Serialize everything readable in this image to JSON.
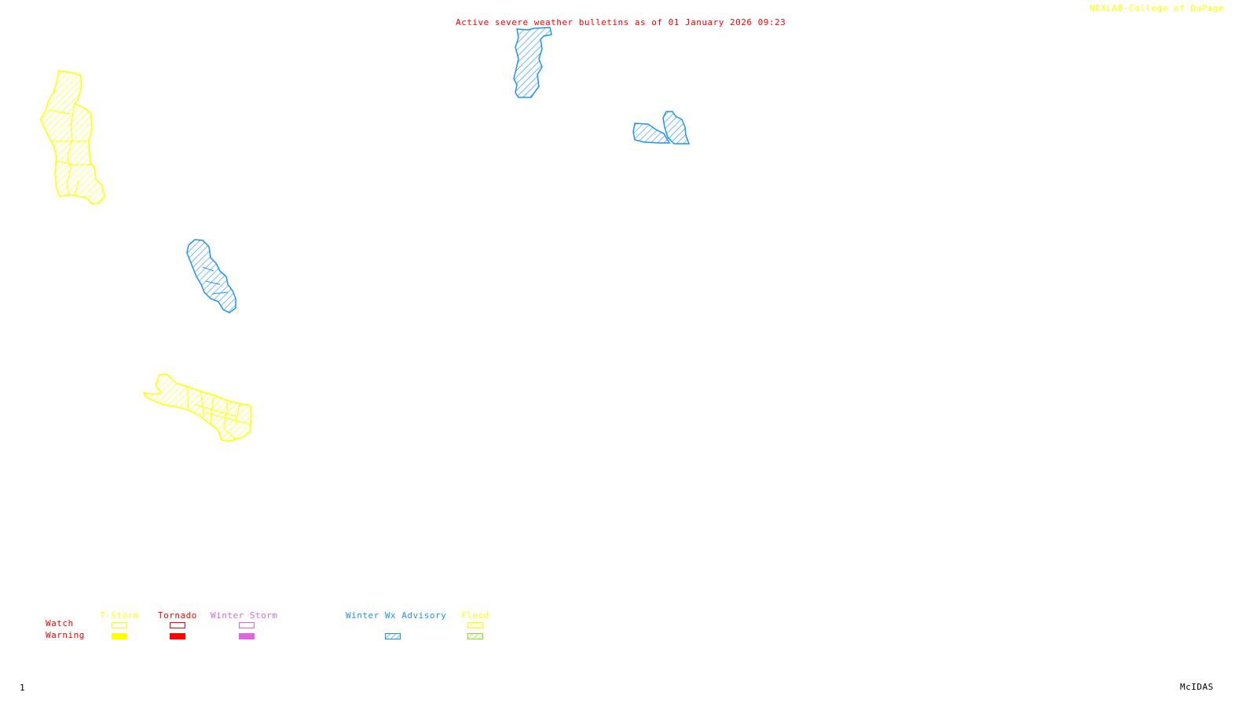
{
  "header": {
    "title": "Active severe weather bulletins as of 01 January 2026 09:23",
    "credit": "NEXLAB-College of DuPage"
  },
  "colors": {
    "title": "#ff0000",
    "credit": "#ffff00",
    "tstorm": "#ffff00",
    "tornado": "#ff0000",
    "winter_storm": "#dd66dd",
    "winter_wx_advisory": "#1e90ff",
    "flood_watch": "#ffff00",
    "flood_warning": "#88dd22",
    "footer": "#000000"
  },
  "map": {
    "areas": [
      {
        "name": "yellow-area-northwest",
        "type": "T-Storm/Flood",
        "color": "#ffff00"
      },
      {
        "name": "blue-area-north",
        "type": "Winter Wx Advisory",
        "color": "#1e90ff"
      },
      {
        "name": "blue-area-northeast",
        "type": "Winter Wx Advisory",
        "color": "#1e90ff"
      },
      {
        "name": "blue-area-west",
        "type": "Winter Wx Advisory",
        "color": "#1e90ff"
      },
      {
        "name": "yellow-area-southwest",
        "type": "T-Storm/Flood",
        "color": "#ffff00"
      }
    ]
  },
  "legend": {
    "row_labels": {
      "watch": "Watch",
      "warning": "Warning"
    },
    "columns": [
      {
        "label": "T-Storm",
        "color": "#ffff00"
      },
      {
        "label": "Tornado",
        "color": "#ff0000"
      },
      {
        "label": "Winter Storm",
        "color": "#dd66dd"
      },
      {
        "label": "Winter Wx Advisory",
        "color": "#1e90ff"
      },
      {
        "label": "Flood",
        "color": "#ffff00"
      }
    ]
  },
  "footer": {
    "frame_number": "1",
    "software": "McIDAS"
  }
}
